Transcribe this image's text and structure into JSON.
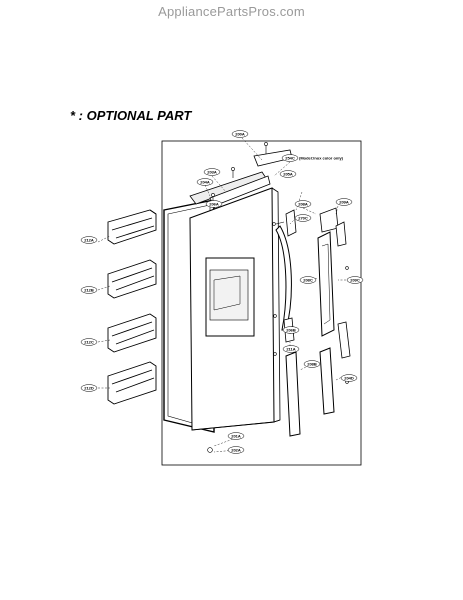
{
  "header": {
    "watermark": "AppliancePartsPros.com"
  },
  "legend": {
    "optional_text": "* : OPTIONAL PART"
  },
  "diagram": {
    "note": "(Model:Inox color only)",
    "labels": {
      "top_frame": "200A",
      "screw_top": "254C",
      "cap_top": "203A",
      "cap_top2": "204A",
      "hinge_a": "205A",
      "right_cap": "206A",
      "handle_top": "208A",
      "handle_top2": "209A",
      "bracket": "211A",
      "screw_right": "270C",
      "handle_mid": "208C",
      "handle_right": "209C",
      "hinge_b": "206B",
      "handle_low": "208B",
      "screw_bottom": "204D",
      "basket1": "212A",
      "basket2": "212B",
      "basket3": "212C",
      "basket4": "212D",
      "bottom_a": "201A",
      "bottom_b": "202A"
    }
  }
}
